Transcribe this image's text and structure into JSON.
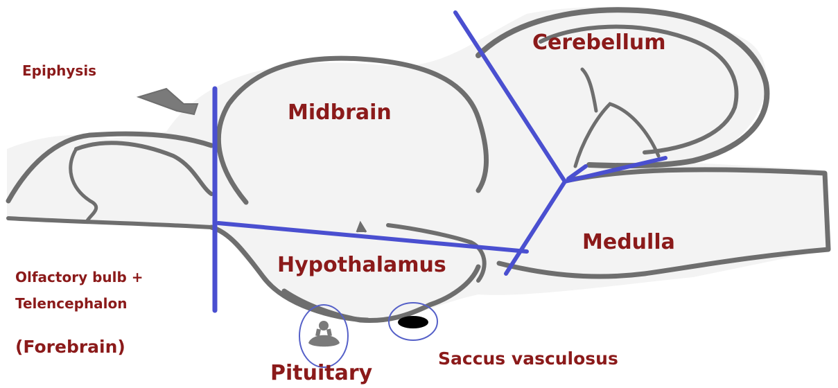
{
  "labels": {
    "epiphysis": "Epiphysis",
    "cerebellum": "Cerebellum",
    "midbrain": "Midbrain",
    "medulla": "Medulla",
    "hypothalamus": "Hypothalamus",
    "olfactory_line1": "Olfactory bulb +",
    "olfactory_line2": "Telencephalon",
    "forebrain": "(Forebrain)",
    "pituitary": "Pituitary",
    "saccus": "Saccus vasculosus"
  },
  "colors": {
    "outline": "#6e6e6e",
    "divider": "#4a4fd0",
    "label": "#8b1a1a",
    "gland_fill": "#7a7a7a",
    "saccus_fill": "#000000",
    "circle": "#5560c8",
    "background_shading": "#f2f2f2"
  }
}
